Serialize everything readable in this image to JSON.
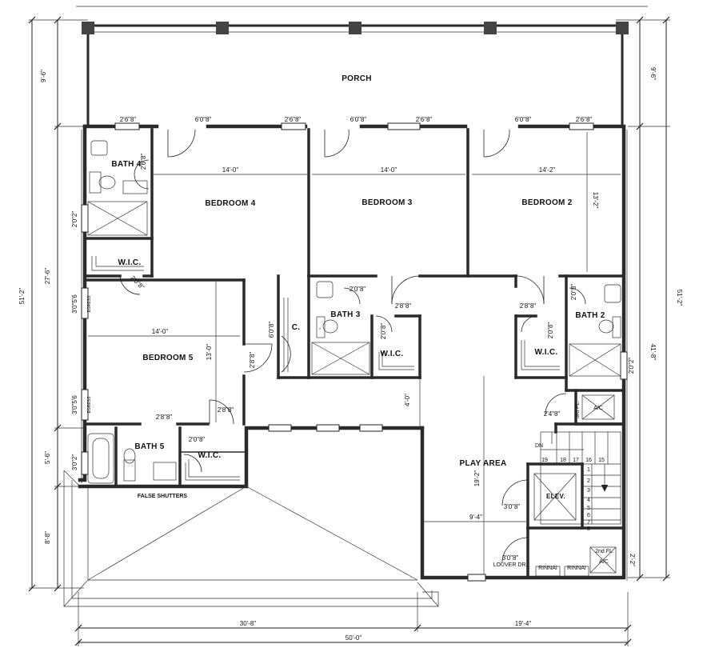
{
  "rooms": {
    "porch": "PORCH",
    "bedroom4": "BEDROOM 4",
    "bedroom3": "BEDROOM 3",
    "bedroom2": "BEDROOM 2",
    "bedroom5": "BEDROOM 5",
    "bath4": "BATH 4",
    "bath3": "BATH 3",
    "bath2": "BATH 2",
    "bath5": "BATH 5",
    "wic_b4": "W.I.C.",
    "wic_b3": "W.I.C.",
    "wic_b2": "W.I.C.",
    "wic_b5": "W.I.C.",
    "closet": "C.",
    "play_area": "PLAY AREA",
    "elevator": "ELEV.",
    "false_shutters": "FALSE SHUTTERS",
    "louver_door": "LOUVER DR.",
    "rinnai_1": "RINNAI",
    "rinnai_2": "RINNAI",
    "ac_3rd": "3rd FL.",
    "ac_2nd": "2nd FL.",
    "ac_mark": "A/C",
    "dn": "DN"
  },
  "dims": {
    "porch_left": "9'-6\"",
    "porch_right": "9'-6\"",
    "left_51": "51'-2\"",
    "left_27": "27'-6\"",
    "left_5": "5'-6\"",
    "left_8": "8'-8\"",
    "right_51": "51'-2\"",
    "right_41": "41'-8\"",
    "right_2": "2'-2\"",
    "bottom_30": "30'-8\"",
    "bottom_19": "19'-4\"",
    "bottom_50": "50'-0\"",
    "bed4_w": "14'-0\"",
    "bed3_w": "14'-0\"",
    "bed2_w": "14'-2\"",
    "bed2_h": "13'-2\"",
    "bed5_w": "14'-0\"",
    "bed5_h": "13'-0\"",
    "play_w": "9'-4\"",
    "play_h": "19'-2\"",
    "hall_w": "4'-0\"",
    "d_2680_a": "2'6\"8\"",
    "d_6080_a": "6'0\"8\"",
    "d_2680_b": "2'6\"8\"",
    "d_6080_b": "6'0\"8\"",
    "d_2680_c": "2'6\"8\"",
    "d_6080_c": "6'0\"8\"",
    "d_2680_d": "2'6\"8\"",
    "d_2680_bath4": "2'6\"8\"",
    "d_2020": "2'0\"2\"",
    "d_2080_wic4": "2'0\"8\"",
    "d_3056_a": "3'0\"5'6",
    "d_3056_b": "3'0\"5'6",
    "egress_a": "EGRESS",
    "egress_b": "EGRESS",
    "d_6080_closet": "6'0\"8\"",
    "d_2080_bath3": "2'0\"8\"",
    "d_2880_b3": "2'8\"8\"",
    "d_2080_wic3": "2'0\"8\"",
    "d_2880_b2": "2'8\"8\"",
    "d_2080_bath2": "2'0\"8\"",
    "d_2080_wic2": "2'0\"8\"",
    "d_2880_bed5": "2'8\"8\"",
    "d_2880_bed5b": "2'8\"8\"",
    "d_2880_bath5": "2'8\"8\"",
    "d_2080_bath5": "2'0\"8\"",
    "d_3020": "3'0\"2\"",
    "d_2480": "2'4\"8\"",
    "d_3080_elev": "3'0\"8\"",
    "d_3080_louver": "3'0\"8\"",
    "d_2020_right": "2'0\"2\""
  },
  "stairs": {
    "top": [
      "19",
      "18",
      "17",
      "16",
      "15"
    ],
    "side": [
      "1",
      "2",
      "3",
      "4",
      "5",
      "6",
      "7",
      "8"
    ]
  }
}
